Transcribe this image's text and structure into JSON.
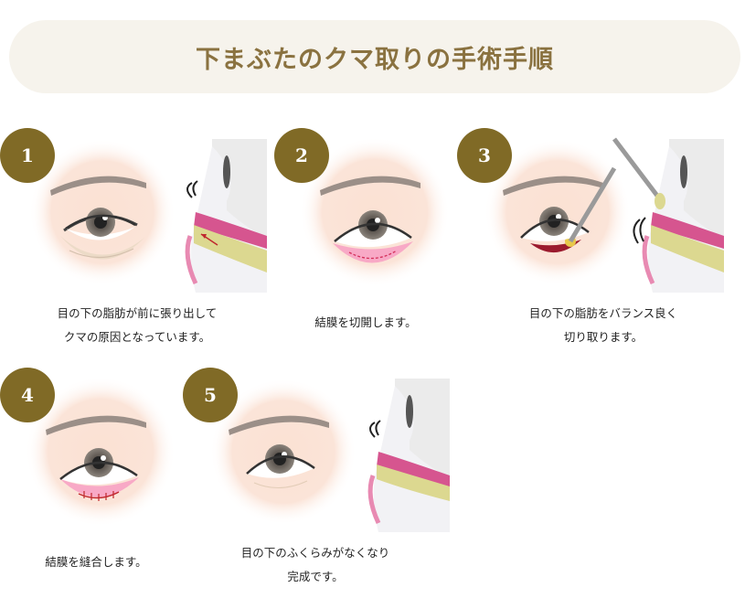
{
  "title": "下まぶたのクマ取りの手術手順",
  "steps": [
    {
      "number": "1",
      "caption_line1": "目の下の脂肪が前に張り出して",
      "caption_line2": "クマの原因となっています。"
    },
    {
      "number": "2",
      "caption_line1": "結膜を切開します。",
      "caption_line2": ""
    },
    {
      "number": "3",
      "caption_line1": "目の下の脂肪をバランス良く",
      "caption_line2": "切り取ります。"
    },
    {
      "number": "4",
      "caption_line1": "結膜を縫合します。",
      "caption_line2": ""
    },
    {
      "number": "5",
      "caption_line1": "目の下のふくらみがなくなり",
      "caption_line2": "完成です。"
    }
  ],
  "colors": {
    "badge": "#806a26",
    "title": "#8a7240",
    "title_bg": "#f6f3ec"
  }
}
